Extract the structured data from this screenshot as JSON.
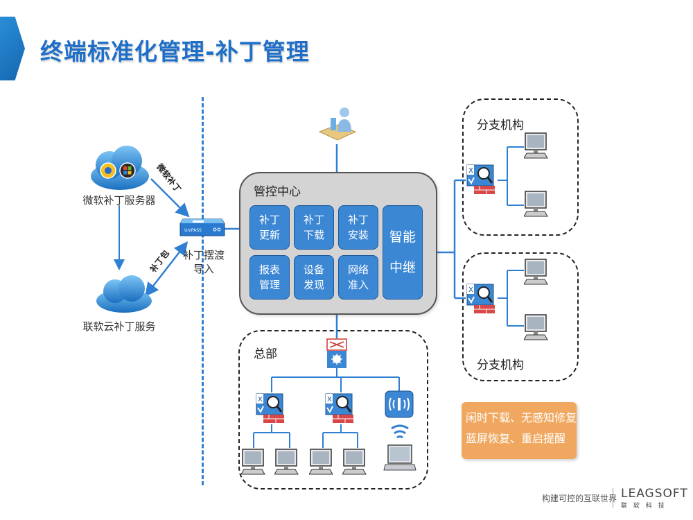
{
  "title": "终端标准化管理-补丁管理",
  "left": {
    "ms_server_label": "微软补丁服务器",
    "cloud_service_label": "联软云补丁服务",
    "arrow_label_ms": "微软补丁",
    "arrow_label_patch": "补丁包",
    "ferry_label": "补丁摆渡导入",
    "device_brand": "UniPASS"
  },
  "control_center": {
    "label": "管控中心",
    "modules": [
      "补丁\n更新",
      "补丁\n下载",
      "补丁\n安装",
      "报表\n管理",
      "设备\n发现",
      "网络\n准入"
    ],
    "relay": "智能\n中继"
  },
  "hq": {
    "label": "总部"
  },
  "branches": [
    {
      "label": "分支机构"
    },
    {
      "label": "分支机构"
    }
  ],
  "note": {
    "line1": "闲时下载、无感知修复",
    "line2": "蓝屏恢复、重启提醒"
  },
  "footer": {
    "slogan": "构建可控的互联世界",
    "brand": "LEAGSOFT",
    "brand_cn": "联 软 科 技"
  },
  "colors": {
    "accent": "#1f6fc8",
    "module_blue": "#3c87d4",
    "note_orange": "#f0a860",
    "line_blue": "#2f7fd2"
  }
}
